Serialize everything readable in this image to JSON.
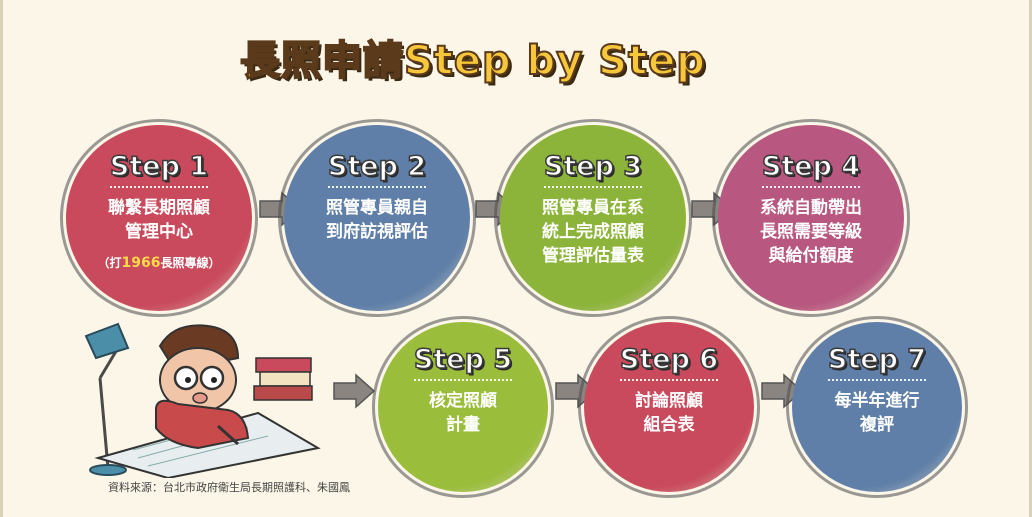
{
  "title": "長照申請Step by Step",
  "steps": [
    {
      "label": "Step 1",
      "desc": "聯繫長期照顧\n管理中心",
      "sub_pre": "（打",
      "sub_hl": "1966",
      "sub_post": "長照專線）",
      "color": "#c94a5c"
    },
    {
      "label": "Step 2",
      "desc": "照管專員親自\n到府訪視評估",
      "color": "#5f7fa8"
    },
    {
      "label": "Step 3",
      "desc": "照管專員在系\n統上完成照顧\n管理評估量表",
      "color": "#8db43a"
    },
    {
      "label": "Step 4",
      "desc": "系統自動帶出\n長照需要等級\n與給付額度",
      "color": "#b8577f"
    },
    {
      "label": "Step 5",
      "desc": "核定照顧\n計畫",
      "color": "#9abd3c"
    },
    {
      "label": "Step 6",
      "desc": "討論照顧\n組合表",
      "color": "#c94a5c"
    },
    {
      "label": "Step 7",
      "desc": "每半年進行\n複評",
      "color": "#5f7fa8"
    }
  ],
  "source": "資料來源：台北市政府衛生局長期照護科、朱國鳳",
  "colors": {
    "background": "#fbf6e8",
    "title": "#f6c73b",
    "arrow": "#8a8580"
  }
}
